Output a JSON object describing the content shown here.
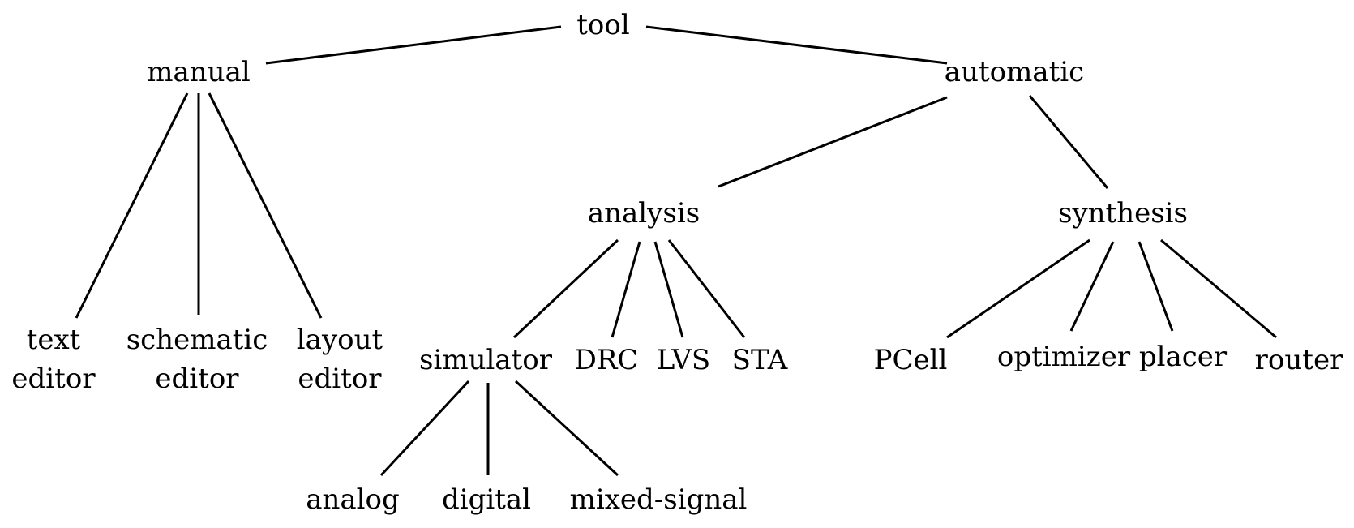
{
  "colors": {
    "background": "#ffffff",
    "ink": "#000000"
  },
  "tree": {
    "tool": "tool",
    "manual": "manual",
    "automatic": "automatic",
    "text_editor": [
      "text",
      "editor"
    ],
    "schematic_editor": [
      "schematic",
      "editor"
    ],
    "layout_editor": [
      "layout",
      "editor"
    ],
    "analysis": "analysis",
    "synthesis": "synthesis",
    "simulator": "simulator",
    "drc": "DRC",
    "lvs": "LVS",
    "sta": "STA",
    "pcell": "PCell",
    "optimizer": "optimizer",
    "placer": "placer",
    "router": "router",
    "analog": "analog",
    "digital": "digital",
    "mixed_signal": "mixed-signal"
  }
}
